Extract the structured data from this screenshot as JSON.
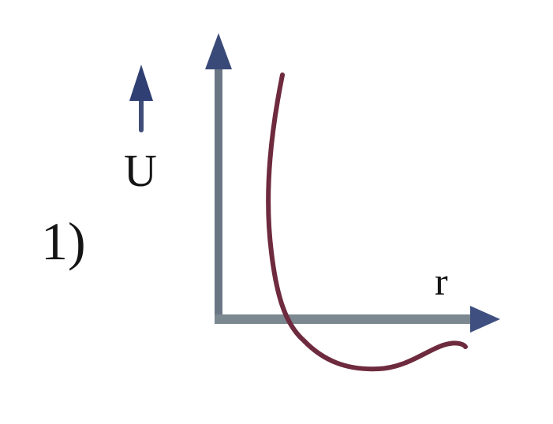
{
  "figure": {
    "option_label": "1)",
    "y_axis_label": "U",
    "x_axis_label": "r",
    "colors": {
      "axis": "#6b7685",
      "arrowhead": "#3a4a78",
      "curve": "#6e2a3e",
      "text": "#151515",
      "background": "#ffffff"
    },
    "curve_description": "Potential energy U vs separation r: steeply decreasing curve from top, crossing r-axis, reaching a minimum below the axis, then rising toward the axis"
  }
}
